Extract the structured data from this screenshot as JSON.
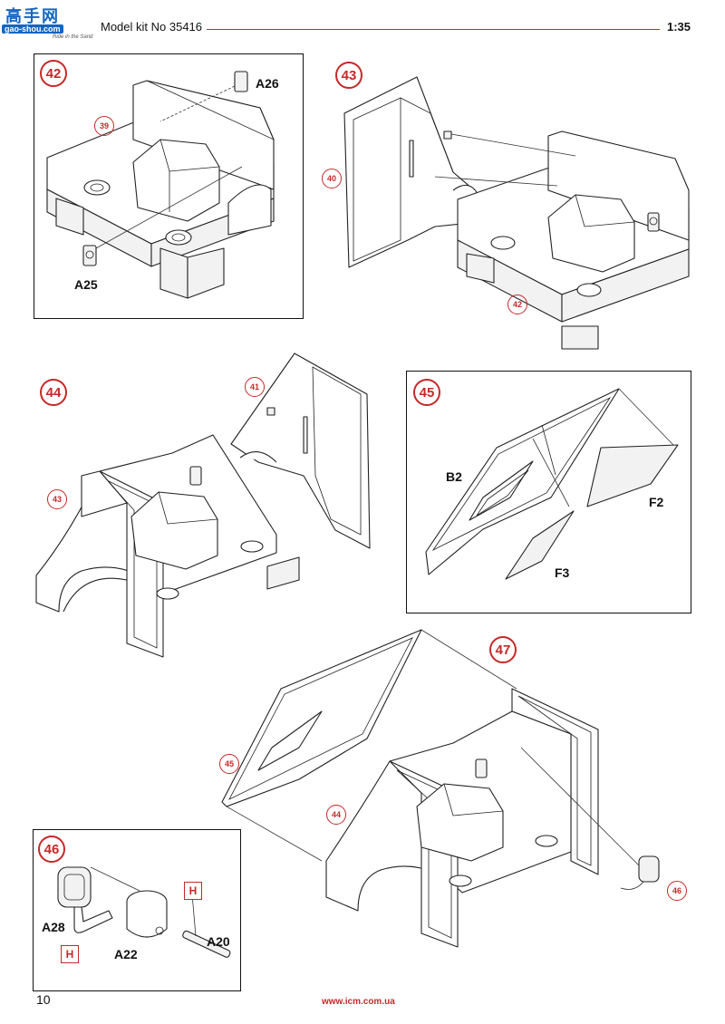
{
  "header": {
    "logo_text": "高手网",
    "logo_url": "gao-shou.com",
    "logo_tagline": "Ride in the Sand",
    "kit_title": "Model kit No 35416",
    "scale": "1:35"
  },
  "steps": [
    {
      "number": "42",
      "parts": [
        "A26",
        "A25"
      ],
      "refs": [
        "39"
      ]
    },
    {
      "number": "43",
      "refs": [
        "40",
        "42"
      ]
    },
    {
      "number": "44",
      "refs": [
        "41",
        "43"
      ]
    },
    {
      "number": "45",
      "parts": [
        "B2",
        "F2",
        "F3"
      ]
    },
    {
      "number": "46",
      "parts": [
        "A28",
        "A22",
        "A20"
      ],
      "markers": [
        "H",
        "H"
      ]
    },
    {
      "number": "47",
      "refs": [
        "45",
        "44",
        "46"
      ]
    }
  ],
  "footer": {
    "page_number": "10",
    "url": "www.icm.com.ua"
  },
  "colors": {
    "accent": "#c62828",
    "line": "#222222"
  }
}
